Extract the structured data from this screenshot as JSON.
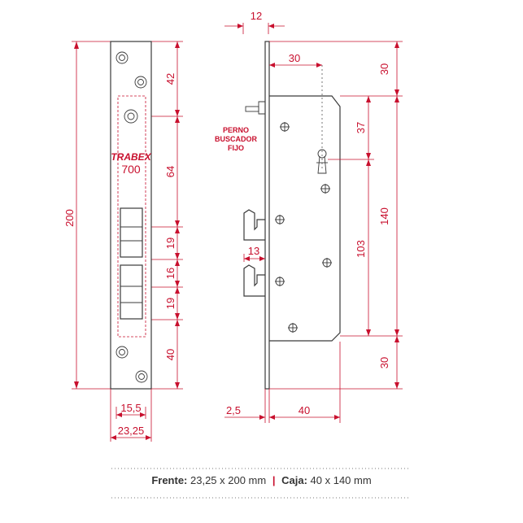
{
  "dims": {
    "front_height": "200",
    "front_width": "23,25",
    "front_inner_width": "15,5",
    "front_42": "42",
    "front_64": "64",
    "front_19a": "19",
    "front_16": "16",
    "front_19b": "19",
    "front_40": "40",
    "side_12": "12",
    "side_30_top": "30",
    "side_30_right_top": "30",
    "side_37": "37",
    "side_140": "140",
    "side_103": "103",
    "side_30_right_bottom": "30",
    "side_13": "13",
    "side_2_5": "2,5",
    "side_40": "40"
  },
  "brand": {
    "name": "TRABEX",
    "model": "700"
  },
  "callout": {
    "line1": "PERNO",
    "line2": "BUSCADOR",
    "line3": "FIJO"
  },
  "footer": {
    "frente_label": "Frente:",
    "frente_value": "23,25 x 200 mm",
    "separator": "|",
    "caja_label": "Caja:",
    "caja_value": "40 x 140 mm"
  },
  "colors": {
    "dimension": "#c8102e",
    "outline": "#3a3a3a"
  }
}
